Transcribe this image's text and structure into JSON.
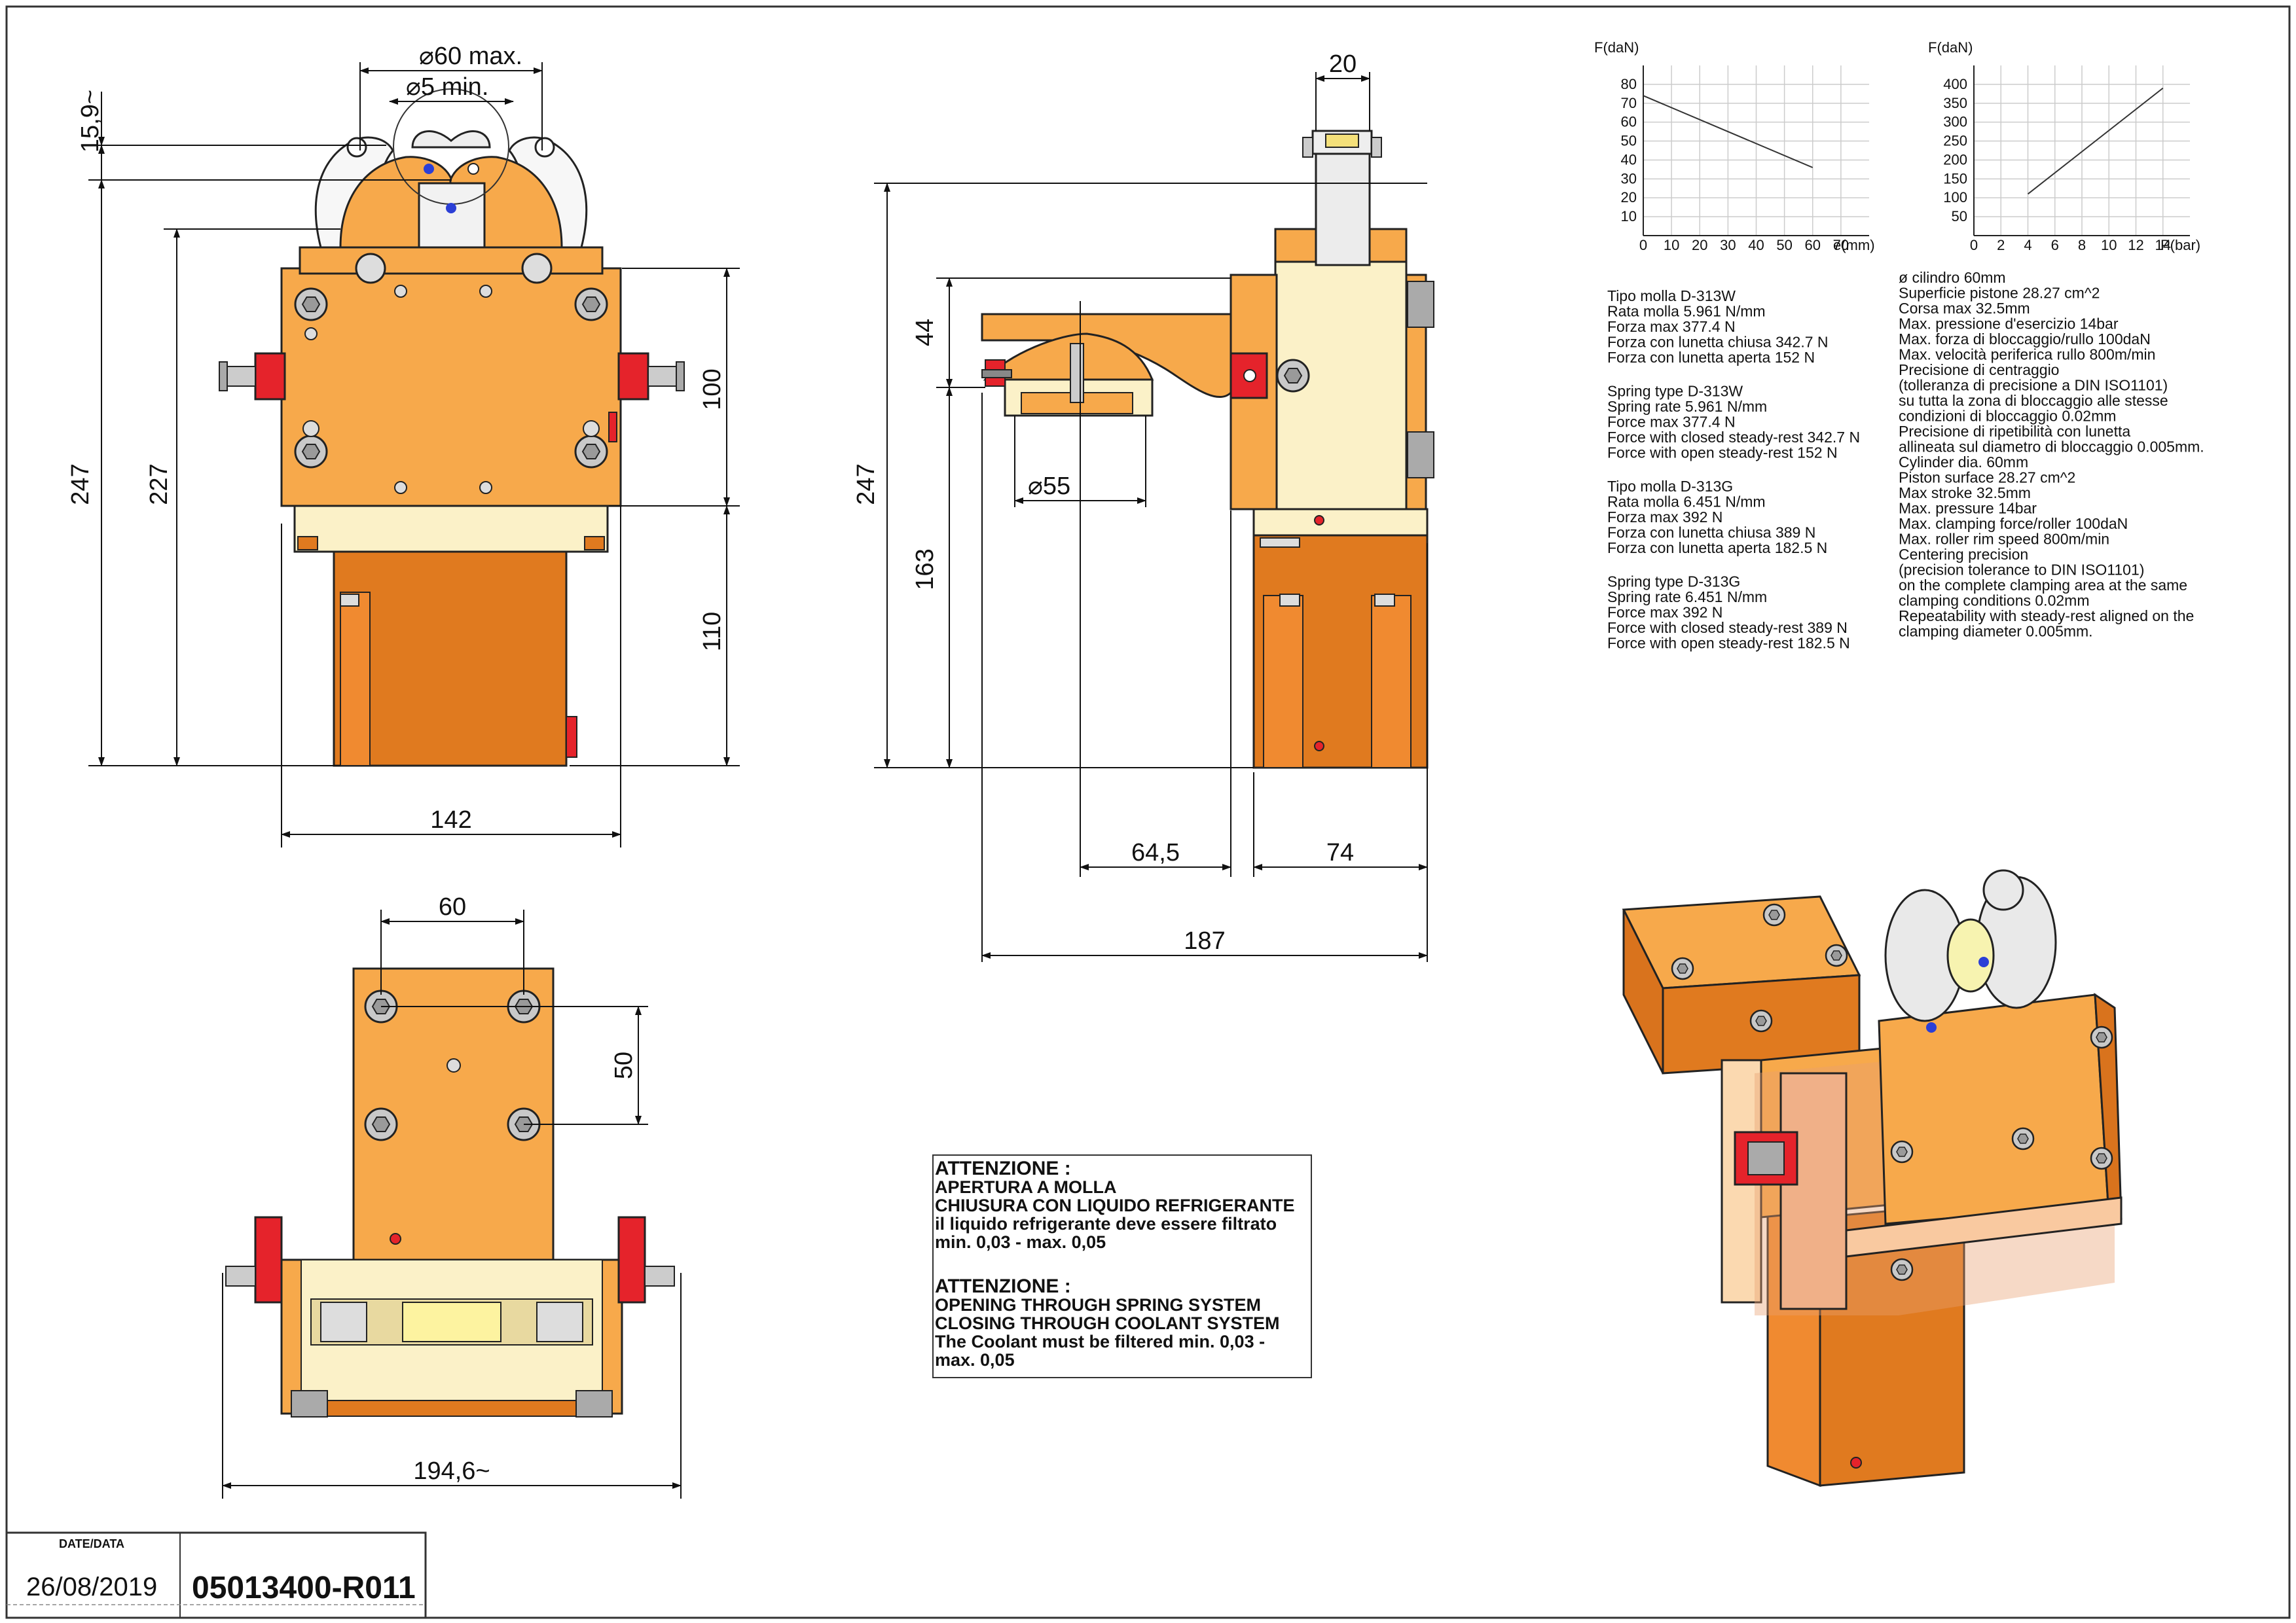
{
  "dimensions": {
    "front": {
      "d15_9": "15,9~",
      "d60max": "60 max.",
      "d5min": "5 min.",
      "d247": "247",
      "d227": "227",
      "d100": "100",
      "d110": "110",
      "d142": "142"
    },
    "side": {
      "d20": "20",
      "d44": "44",
      "d247": "247",
      "d163": "163",
      "d55": "55",
      "d64_5": "64,5",
      "d74": "74",
      "d187": "187"
    },
    "bottom": {
      "d60": "60",
      "d50": "50",
      "d194_6": "194,6~"
    }
  },
  "charts": {
    "force_vs_opening": {
      "ylabel": "F(daN)",
      "xlabel": "e(mm)",
      "y_ticks": [
        "80",
        "70",
        "60",
        "50",
        "40",
        "30",
        "20",
        "10"
      ],
      "x_ticks": [
        "0",
        "10",
        "20",
        "30",
        "40",
        "50",
        "60",
        "70"
      ]
    },
    "force_vs_pressure": {
      "ylabel": "F(daN)",
      "xlabel": "P(bar)",
      "y_ticks": [
        "400",
        "350",
        "300",
        "250",
        "200",
        "150",
        "100",
        "50"
      ],
      "x_ticks": [
        "0",
        "2",
        "4",
        "6",
        "8",
        "10",
        "12",
        "14"
      ]
    }
  },
  "chart_data": [
    {
      "type": "line",
      "xlabel": "e(mm)",
      "ylabel": "F(daN)",
      "xlim": [
        0,
        80
      ],
      "ylim": [
        0,
        90
      ],
      "series": [
        {
          "x": [
            0,
            60
          ],
          "y": [
            74,
            36
          ]
        }
      ]
    },
    {
      "type": "line",
      "xlabel": "P(bar)",
      "ylabel": "F(daN)",
      "xlim": [
        0,
        16
      ],
      "ylim": [
        0,
        450
      ],
      "series": [
        {
          "x": [
            4,
            14
          ],
          "y": [
            110,
            390
          ]
        }
      ]
    }
  ],
  "specs": {
    "left": [
      [
        "Tipo molla   D-313W",
        "Rata molla   5.961 N/mm",
        "Forza max   377.4 N",
        "Forza con lunetta chiusa 342.7 N",
        "Forza con lunetta aperta 152 N"
      ],
      [
        "Spring type   D-313W",
        "Spring rate   5.961 N/mm",
        "Force max   377.4 N",
        "Force with closed steady-rest 342.7 N",
        "Force with open steady-rest 152 N"
      ],
      [
        "Tipo molla   D-313G",
        "Rata molla   6.451 N/mm",
        "Forza max   392 N",
        "Forza con lunetta chiusa 389 N",
        "Forza con lunetta aperta 182.5 N"
      ],
      [
        "Spring type   D-313G",
        "Spring rate   6.451 N/mm",
        "Force max   392 N",
        "Force with closed steady-rest 389 N",
        "Force with open steady-rest 182.5 N"
      ]
    ],
    "right": [
      "ø cilindro   60mm",
      "Superficie pistone   28.27 cm^2",
      "Corsa max   32.5mm",
      "Max. pressione d'esercizio  14bar",
      "Max. forza di bloccaggio/rullo  100daN",
      "Max. velocità periferica rullo   800m/min",
      "Precisione di centraggio",
      "(tolleranza di precisione a DIN ISO1101)",
      "su tutta la zona di bloccaggio alle stesse",
      "condizioni di bloccaggio 0.02mm",
      "Precisione di ripetibilità con lunetta",
      "allineata sul diametro di bloccaggio  0.005mm.",
      "Cylinder dia.   60mm",
      "Piston surface   28.27 cm^2",
      "Max stroke   32.5mm",
      "Max. pressure  14bar",
      "Max. clamping force/roller  100daN",
      "Max. roller rim speed   800m/min",
      "Centering precision",
      "(precision tolerance to DIN ISO1101)",
      "on the complete clamping area at the same",
      "clamping conditions 0.02mm",
      "Repeatability with steady-rest aligned on the",
      "clamping diameter 0.005mm."
    ]
  },
  "note": {
    "it_title": "ATTENZIONE :",
    "it_lines": [
      "APERTURA A MOLLA",
      "CHIUSURA CON LIQUIDO REFRIGERANTE",
      "il liquido refrigerante deve essere filtrato",
      "min. 0,03 - max. 0,05"
    ],
    "en_title": "ATTENZIONE :",
    "en_lines": [
      "OPENING THROUGH SPRING SYSTEM",
      "CLOSING THROUGH COOLANT SYSTEM",
      "The Coolant must be filtered min. 0,03 -",
      "max. 0,05"
    ]
  },
  "title_block": {
    "date_label": "DATE/DATA",
    "date": "26/08/2019",
    "code": "05013400-R011"
  },
  "colors": {
    "orange_light": "#f7a94b",
    "orange_dark": "#e07a1f",
    "cream": "#fbf1c8",
    "red_part": "#e5232b",
    "bolt_grey": "#b8b8b8"
  }
}
